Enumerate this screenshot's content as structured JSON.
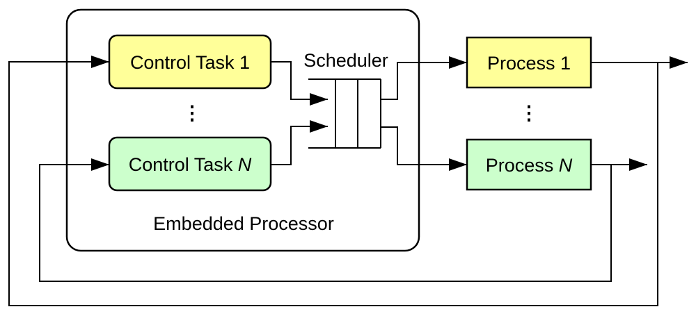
{
  "diagram": {
    "processor": {
      "label": "Embedded Processor"
    },
    "scheduler": {
      "label": "Scheduler"
    },
    "control_tasks": [
      {
        "text": "Control Task ",
        "index": "1",
        "fill": "#ffff99"
      },
      {
        "text": "Control Task ",
        "index": "N",
        "fill": "#ccffcc"
      }
    ],
    "processes": [
      {
        "text": "Process ",
        "index": "1",
        "fill": "#ffff99"
      },
      {
        "text": "Process ",
        "index": "N",
        "fill": "#ccffcc"
      }
    ],
    "ellipsis": "⋮"
  }
}
